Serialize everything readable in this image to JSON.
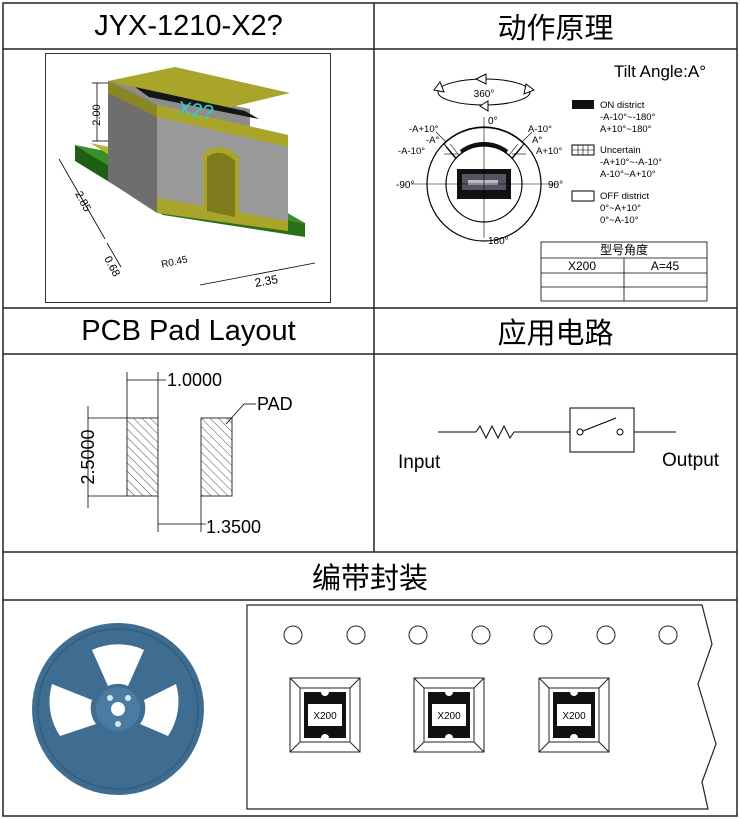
{
  "headers": {
    "model": "JYX-1210-X2?",
    "principle": "动作原理",
    "pcb": "PCB Pad Layout",
    "circuit": "应用电路",
    "tape": "编带封装"
  },
  "component": {
    "marking": "X2?",
    "dim_height": "2.00",
    "dim_length": "2.85",
    "dim_base": "0.68",
    "dim_width": "2.35",
    "radius": "R0.45"
  },
  "principle": {
    "tilt_label": "Tilt Angle:A°",
    "rotation": "360°",
    "angles": {
      "top": "0°",
      "bottom": "180°",
      "left": "-90°",
      "right": "90°",
      "a_plus10_l": "-A+10°",
      "a_l": "-A°",
      "a_minus10_l": "-A-10°",
      "a_minus10_r": "A-10°",
      "a_r": "A°",
      "a_plus10_r": "A+10°"
    },
    "legend": {
      "on_title": "ON district",
      "on_1": "-A-10°~-180°",
      "on_2": "A+10°~180°",
      "unc_title": "Uncertain",
      "unc_1": "-A+10°~-A-10°",
      "unc_2": "A-10°~A+10°",
      "off_title": "OFF district",
      "off_1": "0°~A+10°",
      "off_2": "0°~A-10°"
    },
    "table": {
      "title": "型号角度",
      "model": "X200",
      "angle": "A=45"
    }
  },
  "pcb": {
    "pad_width": "1.0000",
    "pad_height": "2.5000",
    "pad_gap": "1.3500",
    "pad_label": "PAD"
  },
  "circuit": {
    "input": "Input",
    "output": "Output"
  },
  "tape": {
    "part_label": "X200"
  },
  "colors": {
    "reel": "#3f6d92",
    "pcb_green": "#2e7d1f",
    "body_yellow": "#9c9a22",
    "body_grey": "#8a8a8a"
  }
}
